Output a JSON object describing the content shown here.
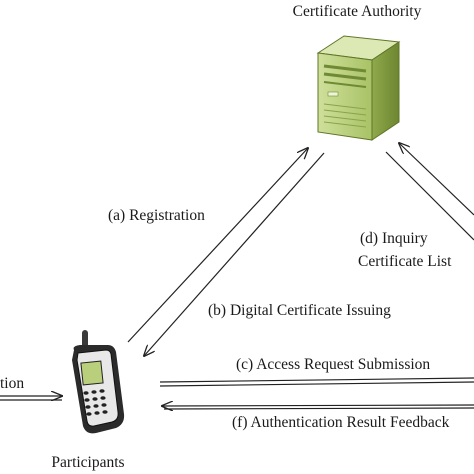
{
  "nodes": {
    "ca": {
      "label": "Certificate Authority",
      "icon": "server-tower-icon"
    },
    "participants": {
      "label": "Participants",
      "icon": "mobile-phone-icon"
    },
    "left_partial_label": "tion"
  },
  "edges": {
    "registration": "(a) Registration",
    "certificate_issuing": "(b) Digital Certificate Issuing",
    "access_request": "(c) Access Request Submission",
    "inquiry_line1": "(d) Inquiry",
    "inquiry_line2": "Certificate List",
    "auth_feedback": "(f) Authentication Result Feedback"
  },
  "colors": {
    "server_body": "#b9cf7c",
    "server_dark": "#7f9a3c",
    "arrow": "#222222"
  }
}
